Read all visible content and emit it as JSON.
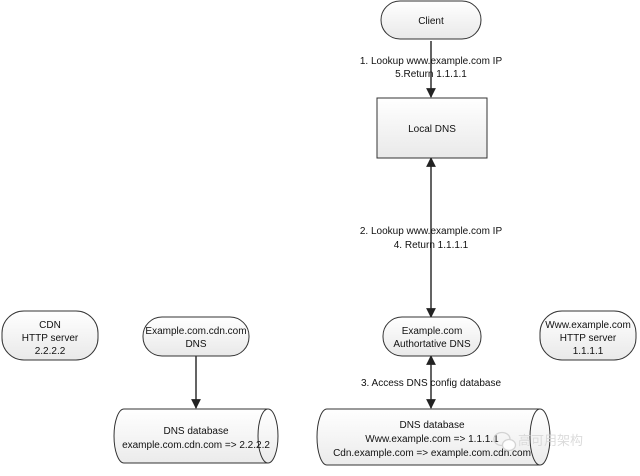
{
  "nodes": {
    "client": {
      "label": "Client"
    },
    "local_dns": {
      "label": "Local DNS"
    },
    "authoritative_dns": {
      "line1": "Example.com",
      "line2": "Authortative DNS"
    },
    "cdn_http_server": {
      "line1": "CDN",
      "line2": "HTTP server",
      "line3": "2.2.2.2"
    },
    "cdn_dns": {
      "line1": "Example.com.cdn.com",
      "line2": "DNS"
    },
    "origin_http_server": {
      "line1": "Www.example.com",
      "line2": "HTTP server",
      "line3": "1.1.1.1"
    },
    "cdn_dns_database": {
      "line1": "DNS database",
      "line2": "example.com.cdn.com => 2.2.2.2"
    },
    "auth_dns_database": {
      "line1": "DNS database",
      "line2": "Www.example.com => 1.1.1.1",
      "line3": "Cdn.example.com => example.com.cdn.com"
    }
  },
  "edges": {
    "client_local": {
      "line1": "1. Lookup www.example.com IP",
      "line2": "5.Return 1.1.1.1"
    },
    "local_auth": {
      "line1": "2. Lookup www.example.com IP",
      "line2": "4. Return 1.1.1.1"
    },
    "auth_db": {
      "line1": "3. Access DNS config database"
    }
  },
  "watermark": {
    "text": "高可用架构",
    "icon": "wechat-icon"
  }
}
